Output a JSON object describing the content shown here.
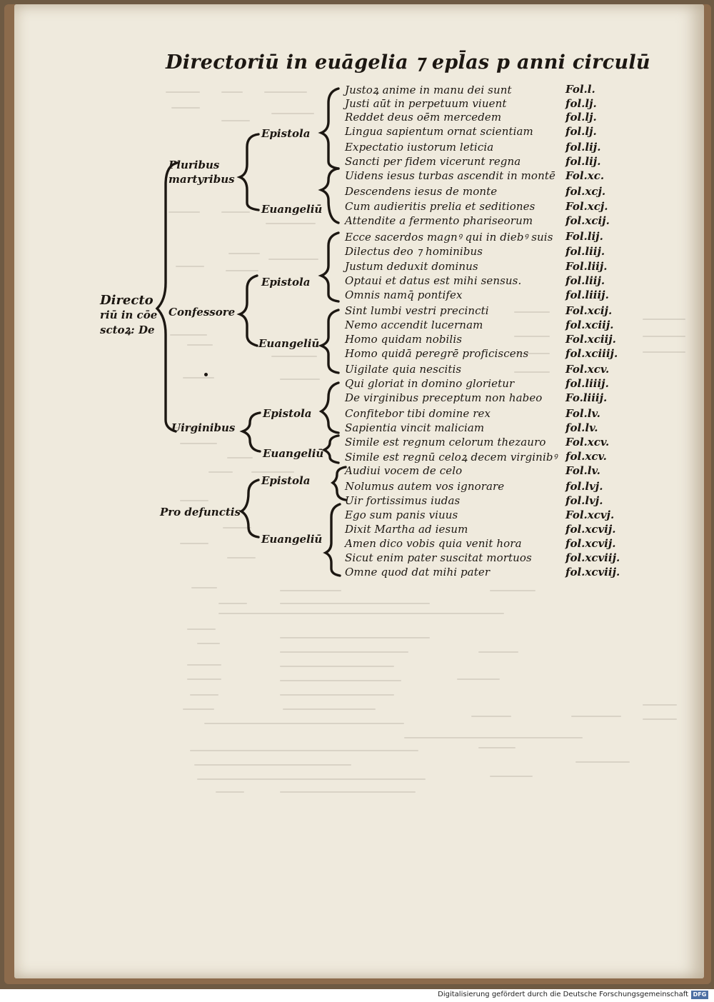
{
  "running_head": "Directoriū in euāgelia ⁊ epl̄as p anni circulū",
  "left_title": [
    "Directo",
    "riū in cōe",
    "sctoꝝ: De"
  ],
  "groups": {
    "pluribus_martyribus": [
      "Pluribus",
      "martyribus"
    ],
    "confessore": "Confessore",
    "virginibus": "Uirginibus",
    "pro_defunctis": "Pro defunctis"
  },
  "sub_labels": {
    "epistola_1": "Epistola",
    "euangelium_1": "Euangeliū",
    "epistola_2": "Epistola",
    "euangelium_2": "Euangeliū",
    "epistola_3": "Epistola",
    "euangelium_3": "Euangeliū",
    "epistola_4": "Epistola",
    "euangelium_4": "Euangeliū"
  },
  "entries": [
    {
      "text": "Justoꝝ anime in manu dei sunt",
      "folio": "Fol.l."
    },
    {
      "text": "Justi aūt in perpetuum viuent",
      "folio": "fol.lj."
    },
    {
      "text": "Reddet deus oēm mercedem",
      "folio": "fol.lj."
    },
    {
      "text": "Lingua sapientum ornat scientiam",
      "folio": "fol.lj."
    },
    {
      "text": "Expectatio iustorum leticia",
      "folio": "fol.lij."
    },
    {
      "text": "Sancti per fidem vicerunt regna",
      "folio": "fol.lij."
    },
    {
      "text": "Uidens iesus turbas ascendit in montē",
      "folio": "Fol.xc."
    },
    {
      "text": "Descendens iesus de monte",
      "folio": "fol.xcj."
    },
    {
      "text": "Cum audieritis prelia et seditiones",
      "folio": "Fol.xcj."
    },
    {
      "text": "Attendite a fermento phariseorum",
      "folio": "fol.xcij."
    },
    {
      "text": "Ecce sacerdos magnꝰ qui in diebꝰ suis",
      "folio": "Fol.lij."
    },
    {
      "text": "Dilectus deo ⁊ hominibus",
      "folio": "fol.liij."
    },
    {
      "text": "Justum deduxit dominus",
      "folio": "Fol.liij."
    },
    {
      "text": "Optaui et datus est mihi sensus.",
      "folio": "fol.liij."
    },
    {
      "text": "Omnis namq̄ pontifex",
      "folio": "fol.liiij."
    },
    {
      "text": "Sint lumbi vestri precincti",
      "folio": "Fol.xcij."
    },
    {
      "text": "Nemo accendit lucernam",
      "folio": "fol.xciij."
    },
    {
      "text": "Homo quidam nobilis",
      "folio": "Fol.xciij."
    },
    {
      "text": "Homo quidā peregrē proficiscens",
      "folio": "fol.xciiij."
    },
    {
      "text": "Uigilate quia nescitis",
      "folio": "Fol.xcv."
    },
    {
      "text": "Qui gloriat in domino glorietur",
      "folio": "fol.liiij."
    },
    {
      "text": "De virginibus preceptum non habeo",
      "folio": "Fo.liiij."
    },
    {
      "text": "Confitebor tibi domine rex",
      "folio": "Fol.lv."
    },
    {
      "text": "Sapientia vincit maliciam",
      "folio": "fol.lv."
    },
    {
      "text": "Simile est regnum celorum thezauro",
      "folio": "Fol.xcv."
    },
    {
      "text": "Simile est regnū celoꝝ decem virginibꝰ",
      "folio": "fol.xcv."
    },
    {
      "text": "Audiui vocem de celo",
      "folio": "Fol.lv."
    },
    {
      "text": "Nolumus autem vos ignorare",
      "folio": "fol.lvj."
    },
    {
      "text": "Uir fortissimus iudas",
      "folio": "fol.lvj."
    },
    {
      "text": "Ego sum panis viuus",
      "folio": "Fol.xcvj."
    },
    {
      "text": "Dixit Martha ad iesum",
      "folio": "fol.xcvij."
    },
    {
      "text": "Amen dico vobis quia venit hora",
      "folio": "fol.xcvij."
    },
    {
      "text": "Sicut enim pater suscitat mortuos",
      "folio": "fol.xcviij."
    },
    {
      "text": "Omne quod dat mihi pater",
      "folio": "fol.xcviij."
    }
  ],
  "footer": {
    "digitization_note": "Digitalisierung gefördert durch die Deutsche Forschungsgemeinschaft",
    "logo": "DFG"
  }
}
